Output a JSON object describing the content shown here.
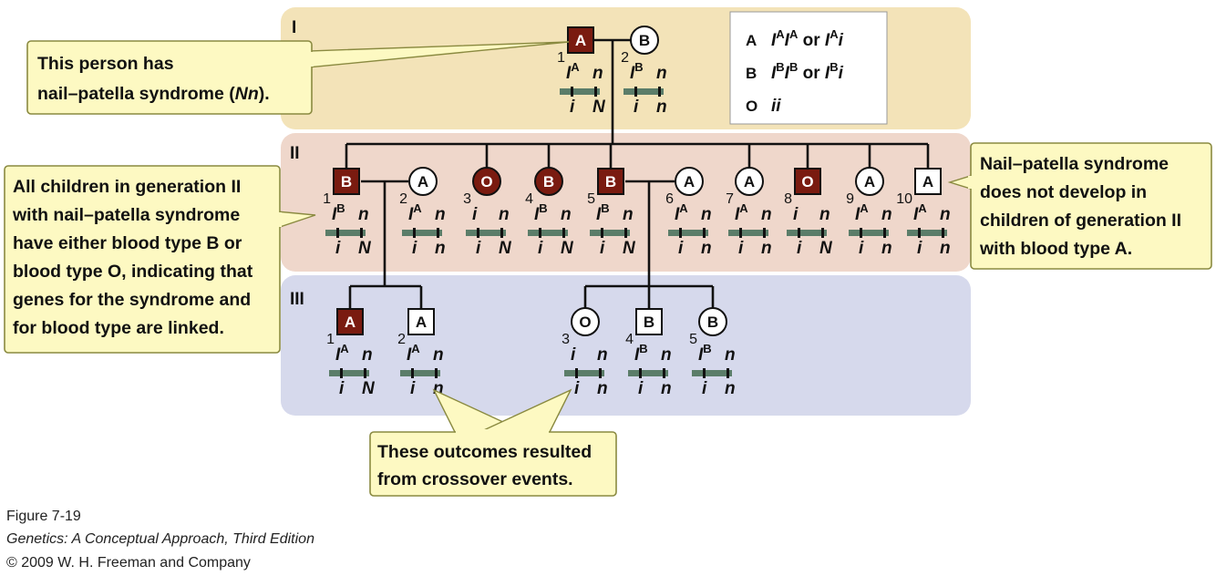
{
  "generation_labels": [
    "I",
    "II",
    "III"
  ],
  "colors": {
    "gen1_band": "#f3e3b8",
    "gen2_band": "#efd7cb",
    "gen3_band": "#d6d9ec",
    "affected": "#7a1b10",
    "callout": "#fdf9c2",
    "chromosome": "#5b7d69"
  },
  "key": [
    {
      "type": "A",
      "genotypes": "I^AI^A or I^Ai"
    },
    {
      "type": "B",
      "genotypes": "I^BI^B or I^Bi"
    },
    {
      "type": "O",
      "genotypes": "ii"
    }
  ],
  "individuals": [
    {
      "gen": "I",
      "num": "1",
      "sex": "male",
      "affected": true,
      "blood": "A",
      "top_allele": "I",
      "top_sup": "A",
      "top_n": "n",
      "bot_allele": "i",
      "bot_n": "N"
    },
    {
      "gen": "I",
      "num": "2",
      "sex": "female",
      "affected": false,
      "blood": "B",
      "top_allele": "I",
      "top_sup": "B",
      "top_n": "n",
      "bot_allele": "i",
      "bot_n": "n"
    },
    {
      "gen": "II",
      "num": "1",
      "sex": "male",
      "affected": true,
      "blood": "B",
      "top_allele": "I",
      "top_sup": "B",
      "top_n": "n",
      "bot_allele": "i",
      "bot_n": "N"
    },
    {
      "gen": "II",
      "num": "2",
      "sex": "female",
      "affected": false,
      "blood": "A",
      "top_allele": "I",
      "top_sup": "A",
      "top_n": "n",
      "bot_allele": "i",
      "bot_n": "n"
    },
    {
      "gen": "II",
      "num": "3",
      "sex": "female",
      "affected": true,
      "blood": "O",
      "top_allele": "i",
      "top_sup": "",
      "top_n": "n",
      "bot_allele": "i",
      "bot_n": "N"
    },
    {
      "gen": "II",
      "num": "4",
      "sex": "female",
      "affected": true,
      "blood": "B",
      "top_allele": "I",
      "top_sup": "B",
      "top_n": "n",
      "bot_allele": "i",
      "bot_n": "N"
    },
    {
      "gen": "II",
      "num": "5",
      "sex": "male",
      "affected": true,
      "blood": "B",
      "top_allele": "I",
      "top_sup": "B",
      "top_n": "n",
      "bot_allele": "i",
      "bot_n": "N"
    },
    {
      "gen": "II",
      "num": "6",
      "sex": "female",
      "affected": false,
      "blood": "A",
      "top_allele": "I",
      "top_sup": "A",
      "top_n": "n",
      "bot_allele": "i",
      "bot_n": "n"
    },
    {
      "gen": "II",
      "num": "7",
      "sex": "female",
      "affected": false,
      "blood": "A",
      "top_allele": "I",
      "top_sup": "A",
      "top_n": "n",
      "bot_allele": "i",
      "bot_n": "n"
    },
    {
      "gen": "II",
      "num": "8",
      "sex": "male",
      "affected": true,
      "blood": "O",
      "top_allele": "i",
      "top_sup": "",
      "top_n": "n",
      "bot_allele": "i",
      "bot_n": "N"
    },
    {
      "gen": "II",
      "num": "9",
      "sex": "female",
      "affected": false,
      "blood": "A",
      "top_allele": "I",
      "top_sup": "A",
      "top_n": "n",
      "bot_allele": "i",
      "bot_n": "n"
    },
    {
      "gen": "II",
      "num": "10",
      "sex": "male",
      "affected": false,
      "blood": "A",
      "top_allele": "I",
      "top_sup": "A",
      "top_n": "n",
      "bot_allele": "i",
      "bot_n": "n"
    },
    {
      "gen": "III",
      "num": "1",
      "sex": "male",
      "affected": true,
      "blood": "A",
      "top_allele": "I",
      "top_sup": "A",
      "top_n": "n",
      "bot_allele": "i",
      "bot_n": "N"
    },
    {
      "gen": "III",
      "num": "2",
      "sex": "male",
      "affected": false,
      "blood": "A",
      "top_allele": "I",
      "top_sup": "A",
      "top_n": "n",
      "bot_allele": "i",
      "bot_n": "n"
    },
    {
      "gen": "III",
      "num": "3",
      "sex": "female",
      "affected": false,
      "blood": "O",
      "top_allele": "i",
      "top_sup": "",
      "top_n": "n",
      "bot_allele": "i",
      "bot_n": "n"
    },
    {
      "gen": "III",
      "num": "4",
      "sex": "male",
      "affected": false,
      "blood": "B",
      "top_allele": "I",
      "top_sup": "B",
      "top_n": "n",
      "bot_allele": "i",
      "bot_n": "n"
    },
    {
      "gen": "III",
      "num": "5",
      "sex": "female",
      "affected": false,
      "blood": "B",
      "top_allele": "I",
      "top_sup": "B",
      "top_n": "n",
      "bot_allele": "i",
      "bot_n": "n"
    }
  ],
  "callouts": {
    "person": {
      "line1": "This person has",
      "line2_pre": "nail–patella syndrome (",
      "line2_em": "Nn",
      "line2_post": ")."
    },
    "linked": [
      "All children in generation II",
      "with nail–patella syndrome",
      "have either blood type B or",
      "blood type O, indicating that",
      "genes for the syndrome and",
      "for blood type are linked."
    ],
    "notdevelop": [
      "Nail–patella syndrome",
      "does not develop in",
      "children of generation II",
      "with blood type A."
    ],
    "crossover": [
      "These outcomes resulted",
      "from crossover events."
    ]
  },
  "caption": {
    "figure": "Figure 7-19",
    "book": "Genetics: A Conceptual Approach, Third Edition",
    "copyright": "© 2009 W. H. Freeman and Company"
  }
}
